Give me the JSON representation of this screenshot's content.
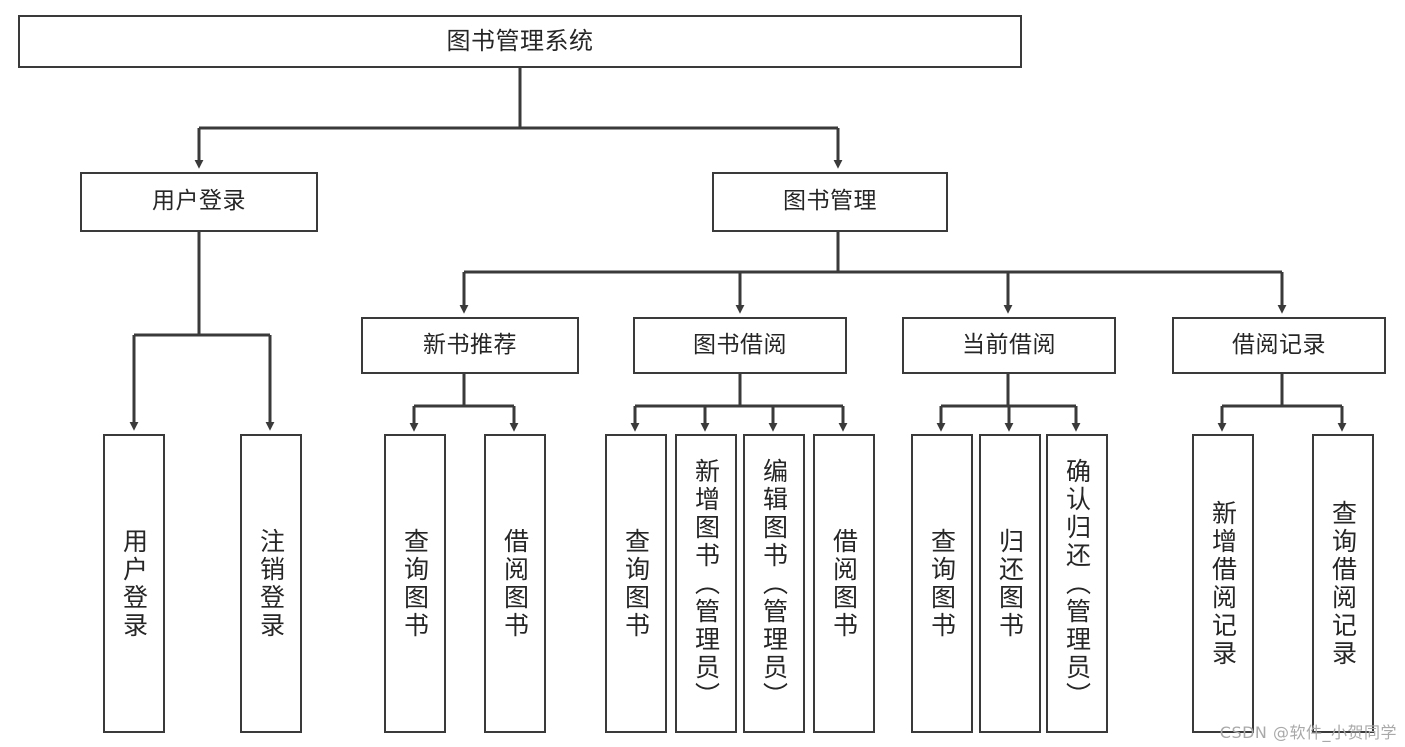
{
  "diagram": {
    "title": "图书管理系统",
    "type": "tree",
    "orientation": "top-down",
    "line_color": "#3a3a3a",
    "box_fill": "#ffffff",
    "text_color": "#262626",
    "nodes": {
      "root": {
        "label": "图书管理系统"
      },
      "level2": [
        {
          "id": "user-login",
          "label": "用户登录"
        },
        {
          "id": "book-manage",
          "label": "图书管理"
        }
      ],
      "level3": [
        {
          "id": "new-book-recommend",
          "label": "新书推荐"
        },
        {
          "id": "book-borrow",
          "label": "图书借阅"
        },
        {
          "id": "current-borrow",
          "label": "当前借阅"
        },
        {
          "id": "borrow-record",
          "label": "借阅记录"
        }
      ],
      "leaves": [
        {
          "id": "leaf-user-login",
          "label": "用户登录",
          "parent": "user-login"
        },
        {
          "id": "leaf-user-logout",
          "label": "注销登录",
          "parent": "user-login"
        },
        {
          "id": "leaf-query-book-1",
          "label": "查询图书",
          "parent": "new-book-recommend"
        },
        {
          "id": "leaf-borrow-book-1",
          "label": "借阅图书",
          "parent": "new-book-recommend"
        },
        {
          "id": "leaf-query-book-2",
          "label": "查询图书",
          "parent": "book-borrow"
        },
        {
          "id": "leaf-add-book",
          "label": "新增图书（管理员）",
          "parent": "book-borrow"
        },
        {
          "id": "leaf-edit-book",
          "label": "编辑图书（管理员）",
          "parent": "book-borrow"
        },
        {
          "id": "leaf-borrow-book-2",
          "label": "借阅图书",
          "parent": "book-borrow"
        },
        {
          "id": "leaf-query-book-3",
          "label": "查询图书",
          "parent": "current-borrow"
        },
        {
          "id": "leaf-return-book",
          "label": "归还图书",
          "parent": "current-borrow"
        },
        {
          "id": "leaf-confirm-return",
          "label": "确认归还（管理员）",
          "parent": "current-borrow"
        },
        {
          "id": "leaf-add-record",
          "label": "新增借阅记录",
          "parent": "borrow-record"
        },
        {
          "id": "leaf-query-record",
          "label": "查询借阅记录",
          "parent": "borrow-record"
        }
      ]
    }
  },
  "watermark": {
    "text": "CSDN @软件_小贺同学"
  }
}
